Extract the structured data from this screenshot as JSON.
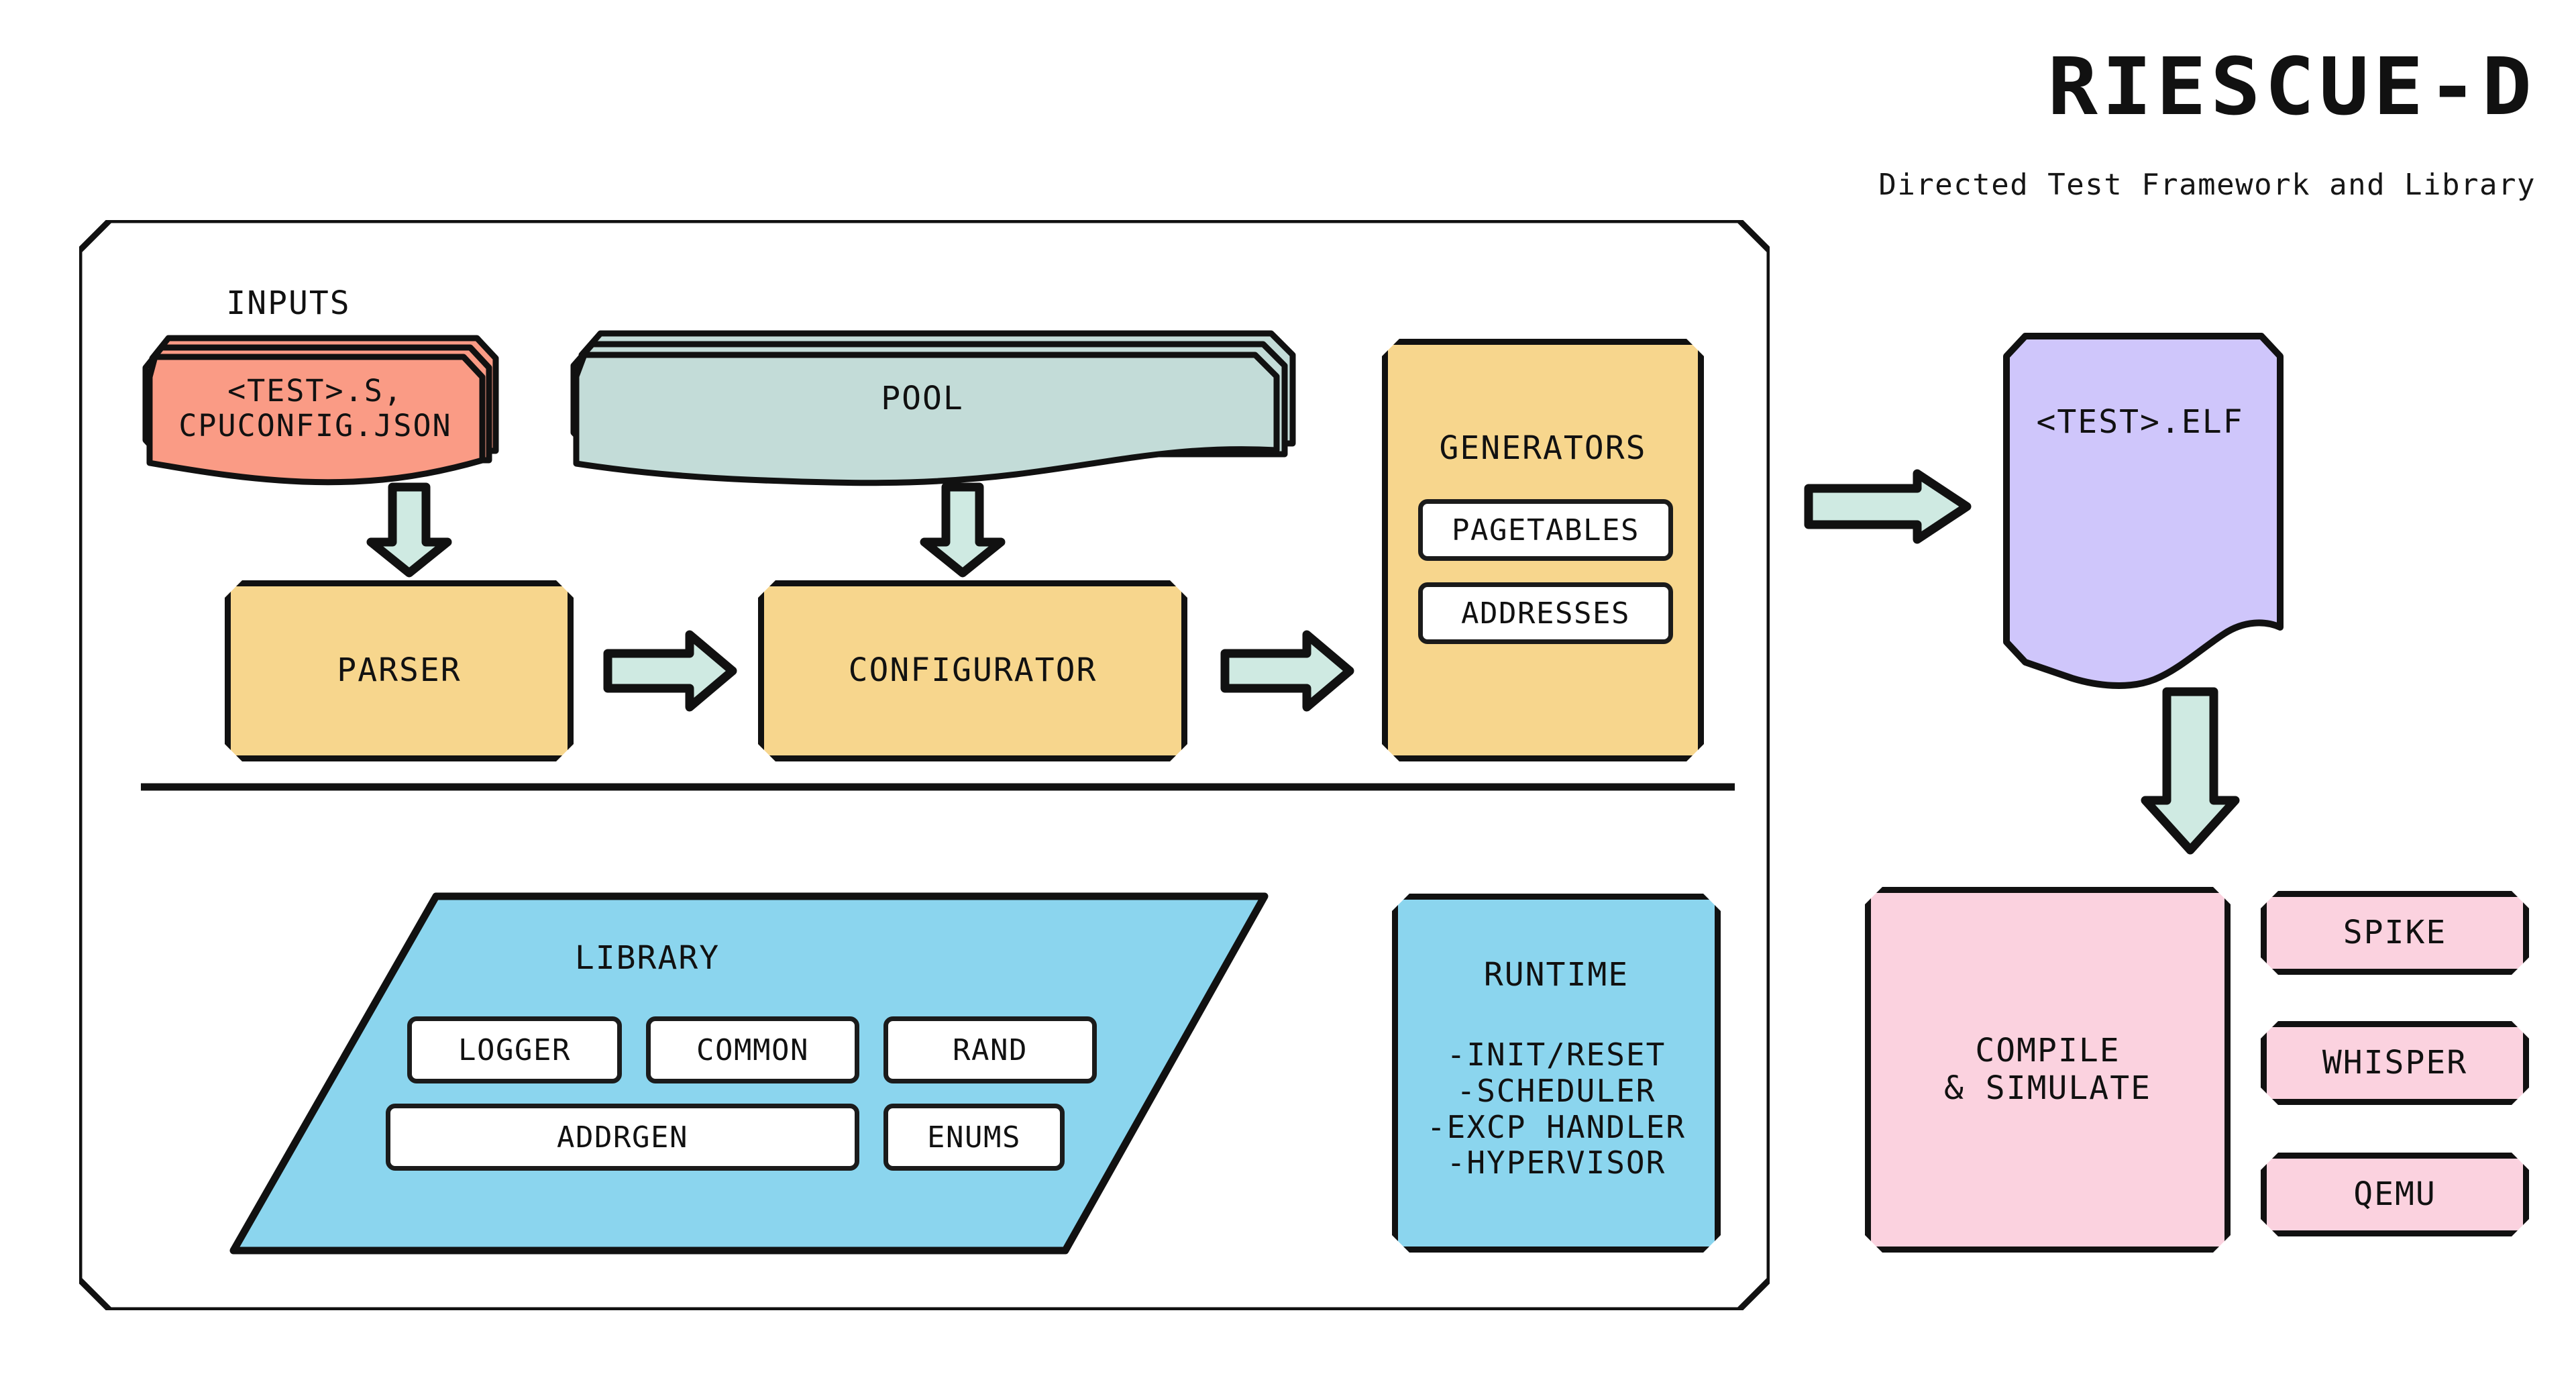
{
  "header": {
    "logo": "RIESCUE-D",
    "tagline": "Directed Test Framework and Library"
  },
  "diagram": {
    "inputs_label": "INPUTS",
    "inputs_doc": "<TEST>.S,\nCPUCONFIG.JSON",
    "pool": "POOL",
    "parser": "PARSER",
    "configurator": "CONFIGURATOR",
    "generators": {
      "title": "GENERATORS",
      "items": [
        "PAGETABLES",
        "ADDRESSES"
      ]
    },
    "library": {
      "title": "LIBRARY",
      "row1": [
        "LOGGER",
        "COMMON",
        "RAND"
      ],
      "row2": [
        "ADDRGEN",
        "ENUMS"
      ]
    },
    "runtime": {
      "title": "RUNTIME",
      "items": [
        "-INIT/RESET",
        "-SCHEDULER",
        "-EXCP HANDLER",
        "-HYPERVISOR"
      ]
    },
    "elf": "<TEST>.ELF",
    "compile": "COMPILE\n& SIMULATE",
    "simulators": [
      "SPIKE",
      "WHISPER",
      "QEMU"
    ]
  },
  "colors": {
    "outline": "#111111",
    "orange": "#F7D68D",
    "sage": "#C3DCD8",
    "mint": "#CFEAE2",
    "blue": "#8BD5EE",
    "pink": "#FBD2DF",
    "purple": "#CFC6FB",
    "salmon": "#FA9B85",
    "white": "#FFFFFF",
    "background": "#FFFFFF"
  }
}
